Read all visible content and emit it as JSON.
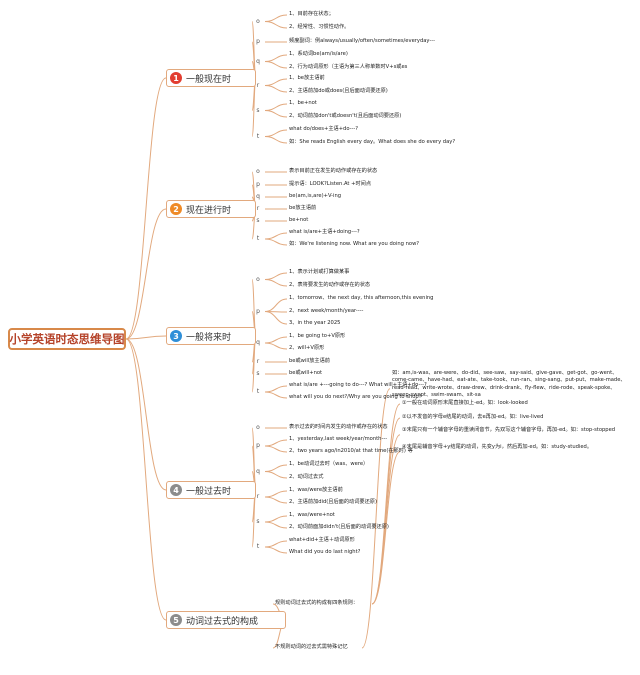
{
  "root": {
    "title": "小学英语时态思维导图"
  },
  "colors": {
    "line": "#e2a97e",
    "root_border": "#d8894a",
    "badge_red": "#e23d30",
    "badge_orange": "#ef8a26",
    "badge_blue": "#2f8fd8",
    "badge_gray": "#8c8c8c"
  },
  "branches": [
    {
      "number": "1",
      "label": "一般现在时",
      "badge_color": "#e23d30",
      "groups": [
        {
          "key": "o",
          "items": [
            "1、目前存在状态；",
            "2、经常性、习惯性动作。"
          ]
        },
        {
          "key": "p",
          "items": [
            "频度副词：例always/usually/often/sometimes/everyday---"
          ]
        },
        {
          "key": "q",
          "items": [
            "1、系动词be(am/is/are)",
            "2、行为动词原形（主语为第三人称单数时V+s或es"
          ]
        },
        {
          "key": "r",
          "items": [
            "1、be放主语前",
            "2、主语前加do或does(且后面动词要还原)"
          ]
        },
        {
          "key": "s",
          "items": [
            "1、be+not",
            "2、动词前加don't或doesn't(且后面动词要还原)"
          ]
        },
        {
          "key": "t",
          "items": [
            "what do/does+主语+do---?",
            "如：She reads English every day。What does she do every day?"
          ]
        }
      ]
    },
    {
      "number": "2",
      "label": "现在进行时",
      "badge_color": "#ef8a26",
      "groups": [
        {
          "key": "o",
          "items": [
            "表示目前正在发生的动作或存在的状态"
          ]
        },
        {
          "key": "p",
          "items": [
            "提示语：LOOK?Listen.At +时间点"
          ]
        },
        {
          "key": "q",
          "items": [
            "be(am,is,are)+V-ing"
          ]
        },
        {
          "key": "r",
          "items": [
            "be放主语前"
          ]
        },
        {
          "key": "s",
          "items": [
            "be+not"
          ]
        },
        {
          "key": "t",
          "items": [
            "what is/are+主语+doing---?",
            "如：We're listening now. What are you doing now?"
          ]
        }
      ]
    },
    {
      "number": "3",
      "label": "一般将来时",
      "badge_color": "#2f8fd8",
      "groups": [
        {
          "key": "o",
          "items": [
            "1、表示计划或打算做某事",
            "2、表将要发生的动作或存在的状态"
          ]
        },
        {
          "key": "p",
          "items": [
            "1、tomorrow、the next day, this afternoon,this evening",
            "2、next week/month/year----",
            "3、in the year 2025"
          ]
        },
        {
          "key": "q",
          "items": [
            "1、be going to+V原形",
            "2、will+V原形"
          ]
        },
        {
          "key": "r",
          "items": [
            "be或will放主语前"
          ]
        },
        {
          "key": "s",
          "items": [
            "be或will+not"
          ]
        },
        {
          "key": "t",
          "items": [
            "what is/are +---going to do---? What will+主语+do---?",
            "what will you do next?/Why are you going to shop?"
          ]
        }
      ]
    },
    {
      "number": "4",
      "label": "一般过去时",
      "badge_color": "#8c8c8c",
      "groups": [
        {
          "key": "o",
          "items": [
            "表示过去的时间内发生的动作或存在的状态"
          ]
        },
        {
          "key": "p",
          "items": [
            "1、yesterday,last week/year/month---",
            "2、two years ago/in2010/at that time(在那时)  等"
          ]
        },
        {
          "key": "q",
          "items": [
            "1、be动词过去时（was、were）",
            "2、动词过去式"
          ]
        },
        {
          "key": "r",
          "items": [
            "1、was/were放主语前",
            "2、主语前加did(且后面的动词要还原)"
          ]
        },
        {
          "key": "s",
          "items": [
            "1、was/were+not",
            "2、动词前面加didn't(且后面的动词要还原)"
          ]
        },
        {
          "key": "t",
          "items": [
            "what+did+主语＋动词原形",
            "What  did  you  do  last  night?"
          ]
        }
      ]
    },
    {
      "number": "5",
      "label": "动词过去式的构成",
      "badge_color": "#8c8c8c",
      "groups": [
        {
          "key": "",
          "items": [
            "规则动词过去式的构成有四条规则："
          ],
          "subitems": [
            "①一般在动词原形末尾直接加上-ed。如：look-looked",
            "②以不发音的字母e结尾的动词，去e再加-ed。如：live-lived",
            "③末尾只有一个辅音字母的重读闭音节，先双写这个辅音字母，再加-ed。如：stop-stopped",
            "④末尾是辅音字母+y结尾的动词，先变y为i，然后再加-ed。如：study-studied。"
          ]
        },
        {
          "key": "",
          "items": [
            "不规则动词的过去式需特殊记忆"
          ],
          "subitems": [
            "如：am,is-was、are-were、do-did、see-saw、say-said、give-gave、get-got、go-went、come-came、have-had、eat-ate、take-took、run-ran、sing-sang、put-put、make-made、read-read、write-wrote、draw-drew、drink-drank、fly-flew、ride-rode、speak-spoke、sweep-swept、swim-swam、sit-sa"
          ]
        }
      ]
    }
  ]
}
